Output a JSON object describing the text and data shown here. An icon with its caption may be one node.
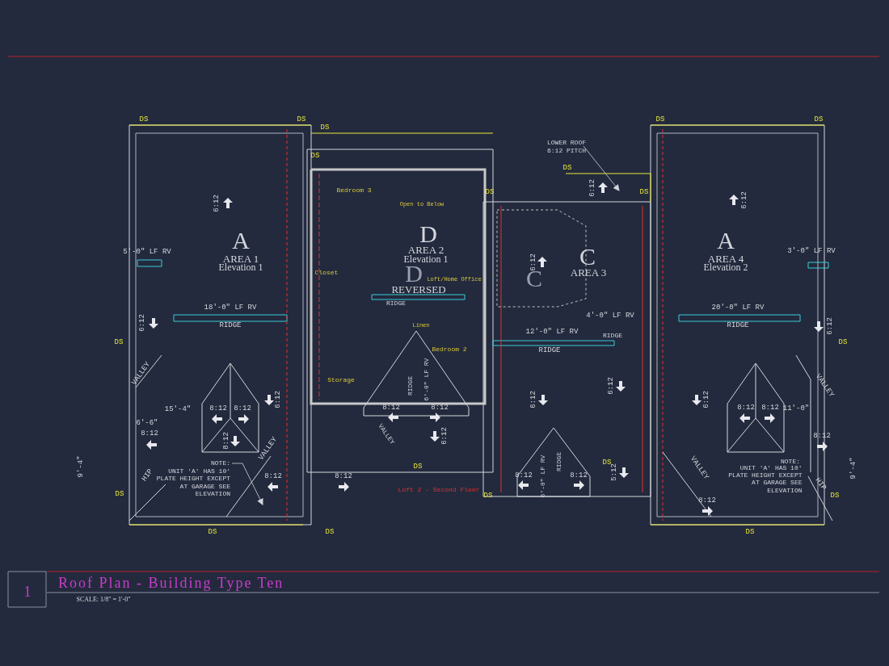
{
  "diagram": {
    "title": "Roof Plan - Building Type Ten",
    "nodes": [
      {
        "text": [
          "LOWER ROOF 6:12 PITCH"
        ]
      },
      {
        "text": [
          "NOTE:",
          "UNIT 'A' HAS 10' PLATE HEIGHT EXCEPT AT GARAGE SEE ELEVATION"
        ]
      }
    ],
    "edges": [
      {
        "from": 0,
        "to": null,
        "arrow": "to"
      },
      {
        "from": 1,
        "to": null,
        "arrow": "to"
      }
    ],
    "labels": [
      "DS",
      "DS",
      "DS",
      "DS",
      "6:12",
      "A",
      "AREA 1",
      "Elevation 1",
      "5'-0\" LF RV",
      "18'-0\" LF RV",
      "RIDGE",
      "6:12",
      "DS",
      "VALLEY",
      "15'-4\"",
      "8:12",
      "8:12",
      "6'-6\"",
      "8:12",
      "8:12",
      "6:12",
      "HIP",
      "VALLEY",
      "8:12",
      "8:12",
      "DS",
      "9'-4\"",
      "DS",
      "DS",
      "Bedroom 3",
      "Closet",
      "Open to Below",
      "D",
      "AREA 2",
      "Elevation 1",
      "D",
      "Loft/Home Office",
      "REVERSED",
      "RIDGE",
      "Linen",
      "Storage",
      "Bedroom 2",
      "RIDGE",
      "6'-0\" LF RV",
      "8:12",
      "8:12",
      "VALLEY",
      "6:12",
      "DS",
      "Loft 2 - Second Floor",
      "DS",
      "DS",
      "DS",
      "DS",
      "6:12",
      "C",
      "AREA 3",
      "6:12",
      "C",
      "4'-0\" LF RV",
      "12'-0\" LF RV",
      "RIDGE",
      "RIDGE",
      "6:12",
      "6:12",
      "8:12",
      "6'-0\" LF RV",
      "RIDGE",
      "8:12",
      "DS",
      "5:12",
      "DS",
      "DS",
      "6:12",
      "A",
      "AREA 4",
      "Elevation 2",
      "3'-0\" LF RV",
      "20'-0\" LF RV",
      "RIDGE",
      "6:12",
      "DS",
      "VALLEY",
      "6:12",
      "8:12",
      "8:12",
      "11'-0\"",
      "8:12",
      "VALLEY",
      "9'-4\"",
      "8:12",
      "HIP",
      "DS",
      "DS",
      "NOTE:",
      "UNIT 'A' HAS 10' PLATE HEIGHT EXCEPT AT GARAGE SEE ELEVATION",
      "1",
      "SCALE: 1/8\" = 1'-0\""
    ]
  }
}
